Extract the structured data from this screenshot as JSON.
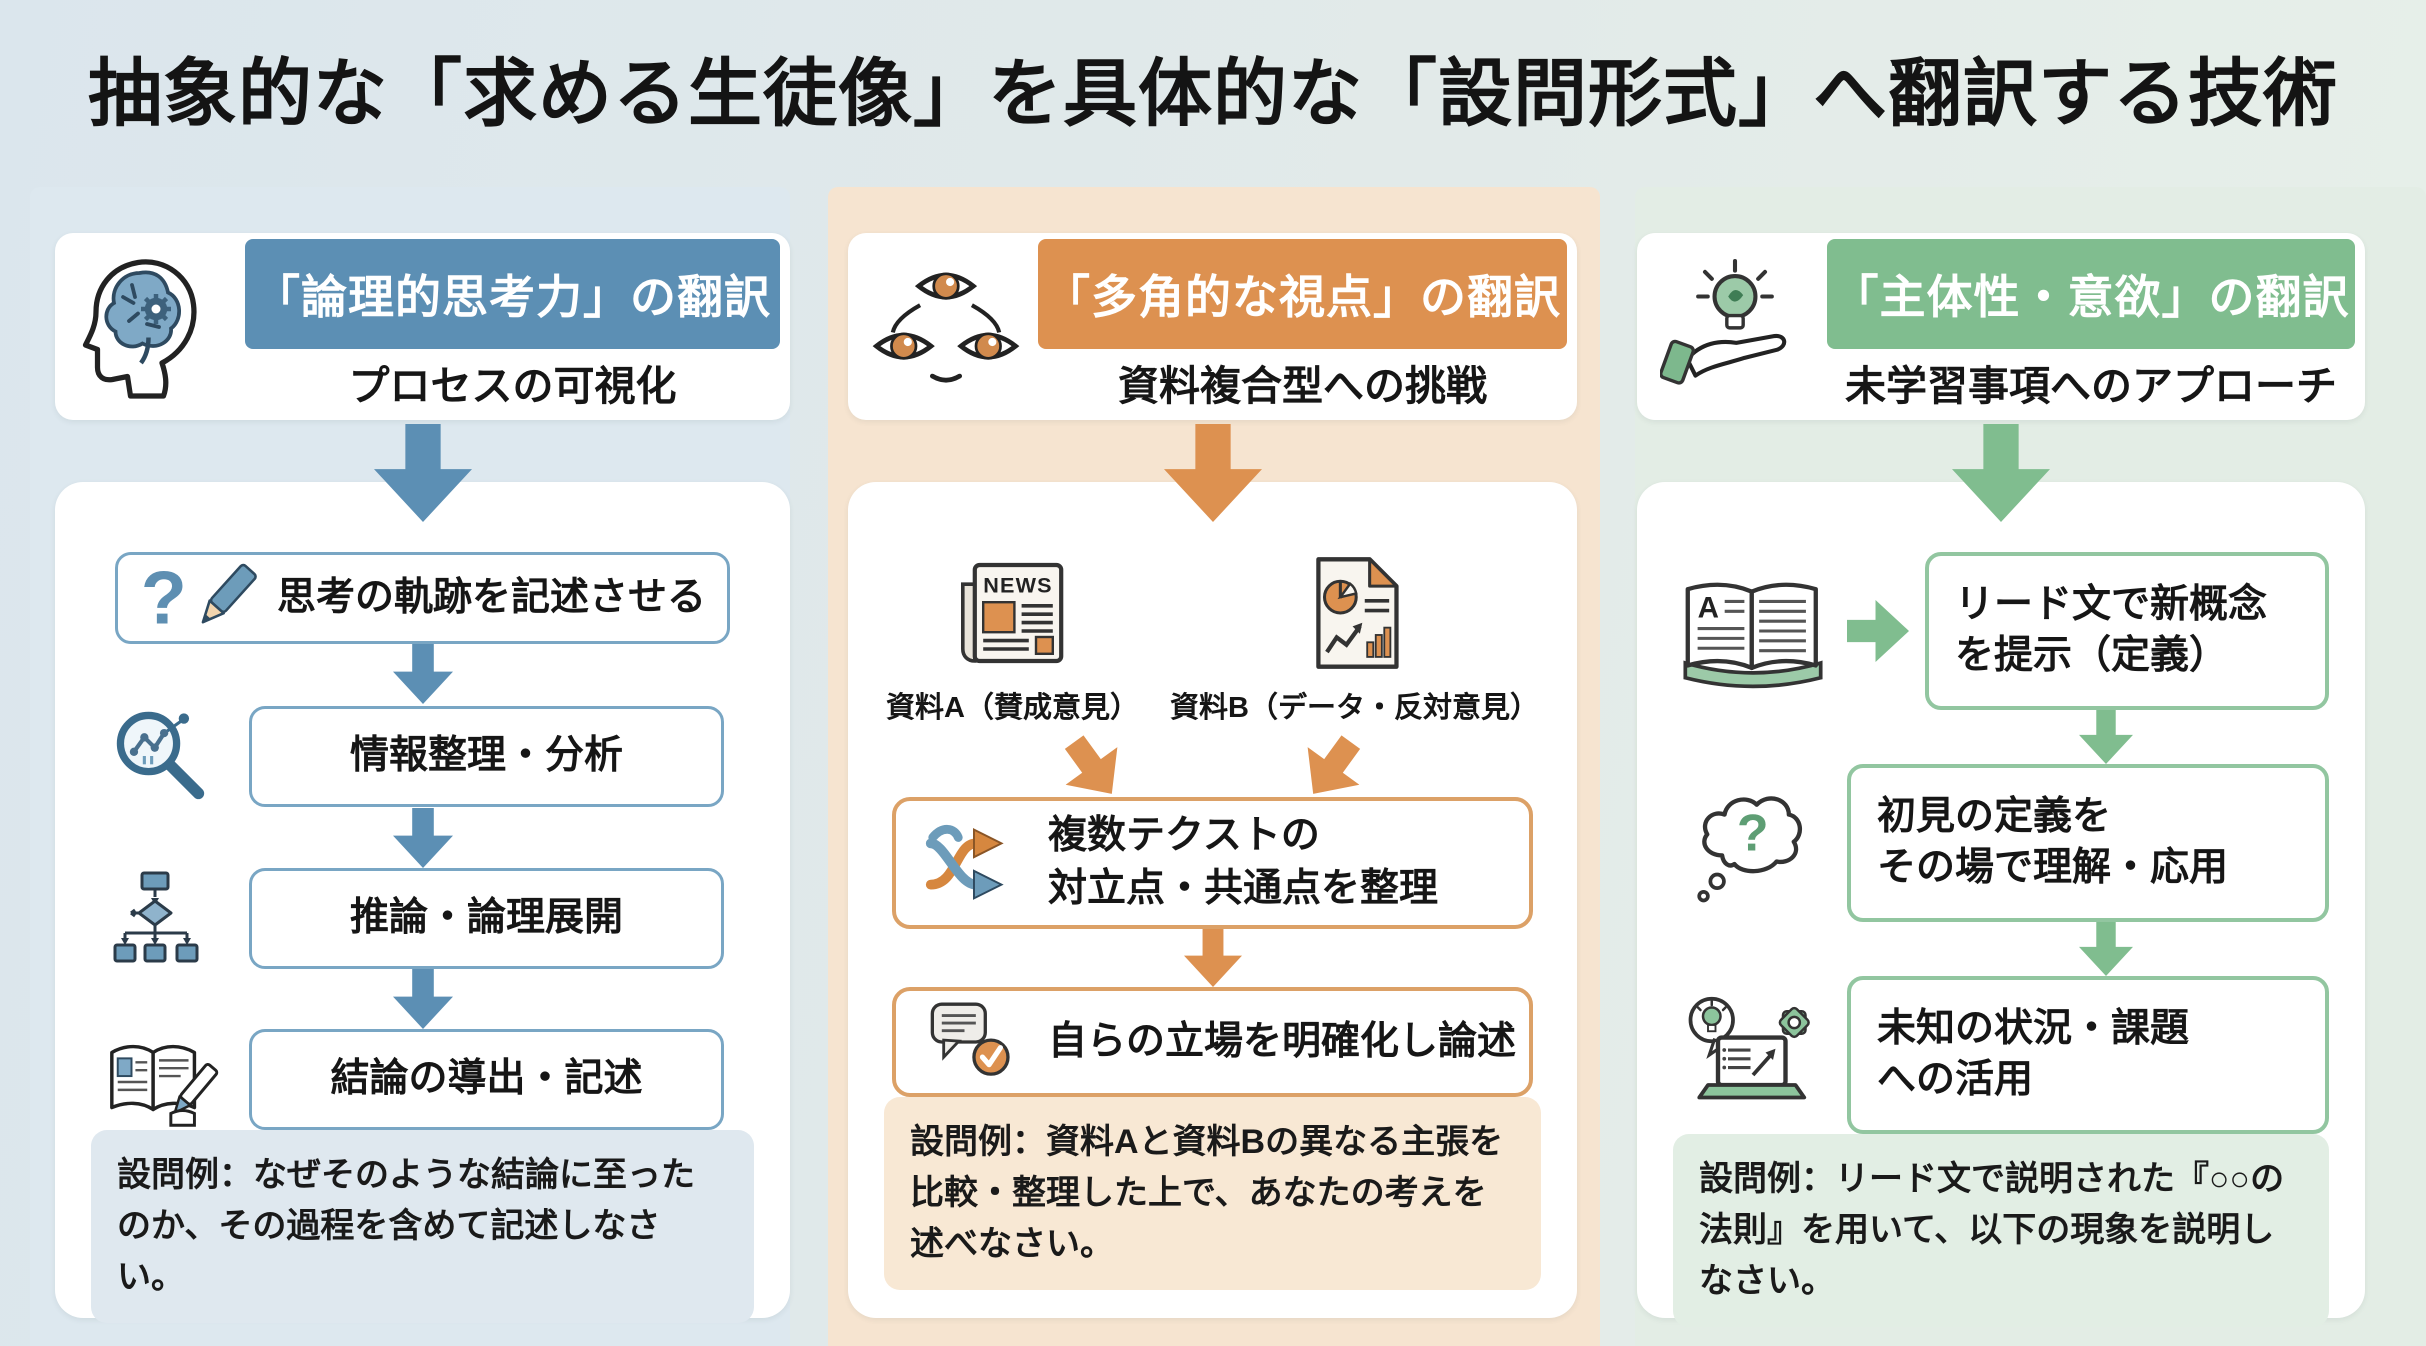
{
  "title": "抽象的な「求める生徒像」を具体的な「設問形式」へ翻訳する技術",
  "colors": {
    "background_left": "#dbe6ed",
    "background_right": "#e7f0e9",
    "column1_accent": "#5c8fb4",
    "column2_accent": "#dd9150",
    "column3_accent": "#80bd8f",
    "column1_band": "#dde8ef",
    "column2_band": "#f6e4d0",
    "column3_band": "#e3ede5"
  },
  "glyphs": {
    "newspaper_text": "NEWS",
    "book_letter": "A",
    "question_mark": "?"
  },
  "columns": [
    {
      "header": {
        "title": "「論理的思考力」の翻訳",
        "subtitle": "プロセスの可視化",
        "icon": "head-brain-gear-icon"
      },
      "steps": [
        {
          "icon": "question-pencil-icon",
          "label": "思考の軌跡を記述させる"
        },
        {
          "icon": "magnifier-chart-icon",
          "label": "情報整理・分析"
        },
        {
          "icon": "flowchart-icon",
          "label": "推論・論理展開"
        },
        {
          "icon": "book-writing-icon",
          "label": "結論の導出・記述"
        }
      ],
      "example": "設問例：なぜそのような結論に至ったのか、その過程を含めて記述しなさい。"
    },
    {
      "header": {
        "title": "「多角的な視点」の翻訳",
        "subtitle": "資料複合型への挑戦",
        "icon": "three-eyes-icon"
      },
      "materials": [
        {
          "icon": "newspaper-icon",
          "label": "資料A（賛成意見）"
        },
        {
          "icon": "data-document-icon",
          "label": "資料B（データ・反対意見）"
        }
      ],
      "steps": [
        {
          "icon": "shuffle-arrows-icon",
          "label": "複数テクストの\n対立点・共通点を整理"
        },
        {
          "icon": "chat-check-icon",
          "label": "自らの立場を明確化し論述"
        }
      ],
      "example": "設問例：資料Aと資料Bの異なる主張を比較・整理した上で、あなたの考えを述べなさい。"
    },
    {
      "header": {
        "title": "「主体性・意欲」の翻訳",
        "subtitle": "未学習事項へのアプローチ",
        "icon": "hand-lightbulb-icon"
      },
      "steps": [
        {
          "icon": "open-book-icon",
          "label": "リード文で新概念\nを提示（定義）"
        },
        {
          "icon": "thought-question-icon",
          "label": "初見の定義を\nその場で理解・応用"
        },
        {
          "icon": "laptop-idea-gear-icon",
          "label": "未知の状況・課題\nへの活用"
        }
      ],
      "example": "設問例：リード文で説明された『○○の法則』を用いて、以下の現象を説明しなさい。"
    }
  ]
}
